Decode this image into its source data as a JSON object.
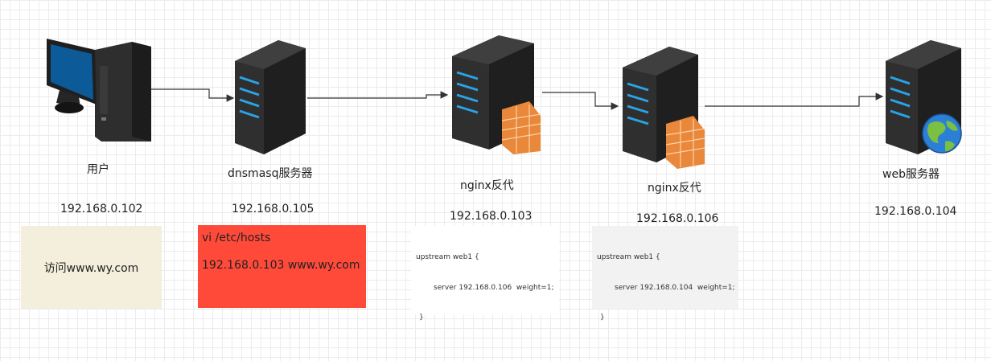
{
  "nodes": [
    {
      "name": "用户",
      "ip": "192.168.0.102",
      "icon": "pc-monitor-icon"
    },
    {
      "name": "dnsmasq服务器",
      "ip": "192.168.0.105",
      "icon": "server-icon"
    },
    {
      "name": "nginx反代",
      "ip": "192.168.0.103",
      "icon": "server-firewall-icon"
    },
    {
      "name": "nginx反代",
      "ip": "192.168.0.106",
      "icon": "server-firewall-icon"
    },
    {
      "name": "web服务器",
      "ip": "192.168.0.104",
      "icon": "server-globe-icon"
    }
  ],
  "notes": {
    "user": {
      "text": "访问www.wy.com",
      "bg": "#f3efdc"
    },
    "dns": {
      "line1": "vi /etc/hosts",
      "line2": "192.168.0.103 www.wy.com",
      "bg": "#ff4a3a"
    },
    "nginx1": {
      "line1": "upstream web1 {",
      "line2": "server 192.168.0.106  weight=1;",
      "line3": "}",
      "bg": "#ffffff"
    },
    "nginx2": {
      "line1": "upstream web1 {",
      "line2": "server 192.168.0.104  weight=1;",
      "line3": "}",
      "bg": "#f2f2f2"
    }
  }
}
